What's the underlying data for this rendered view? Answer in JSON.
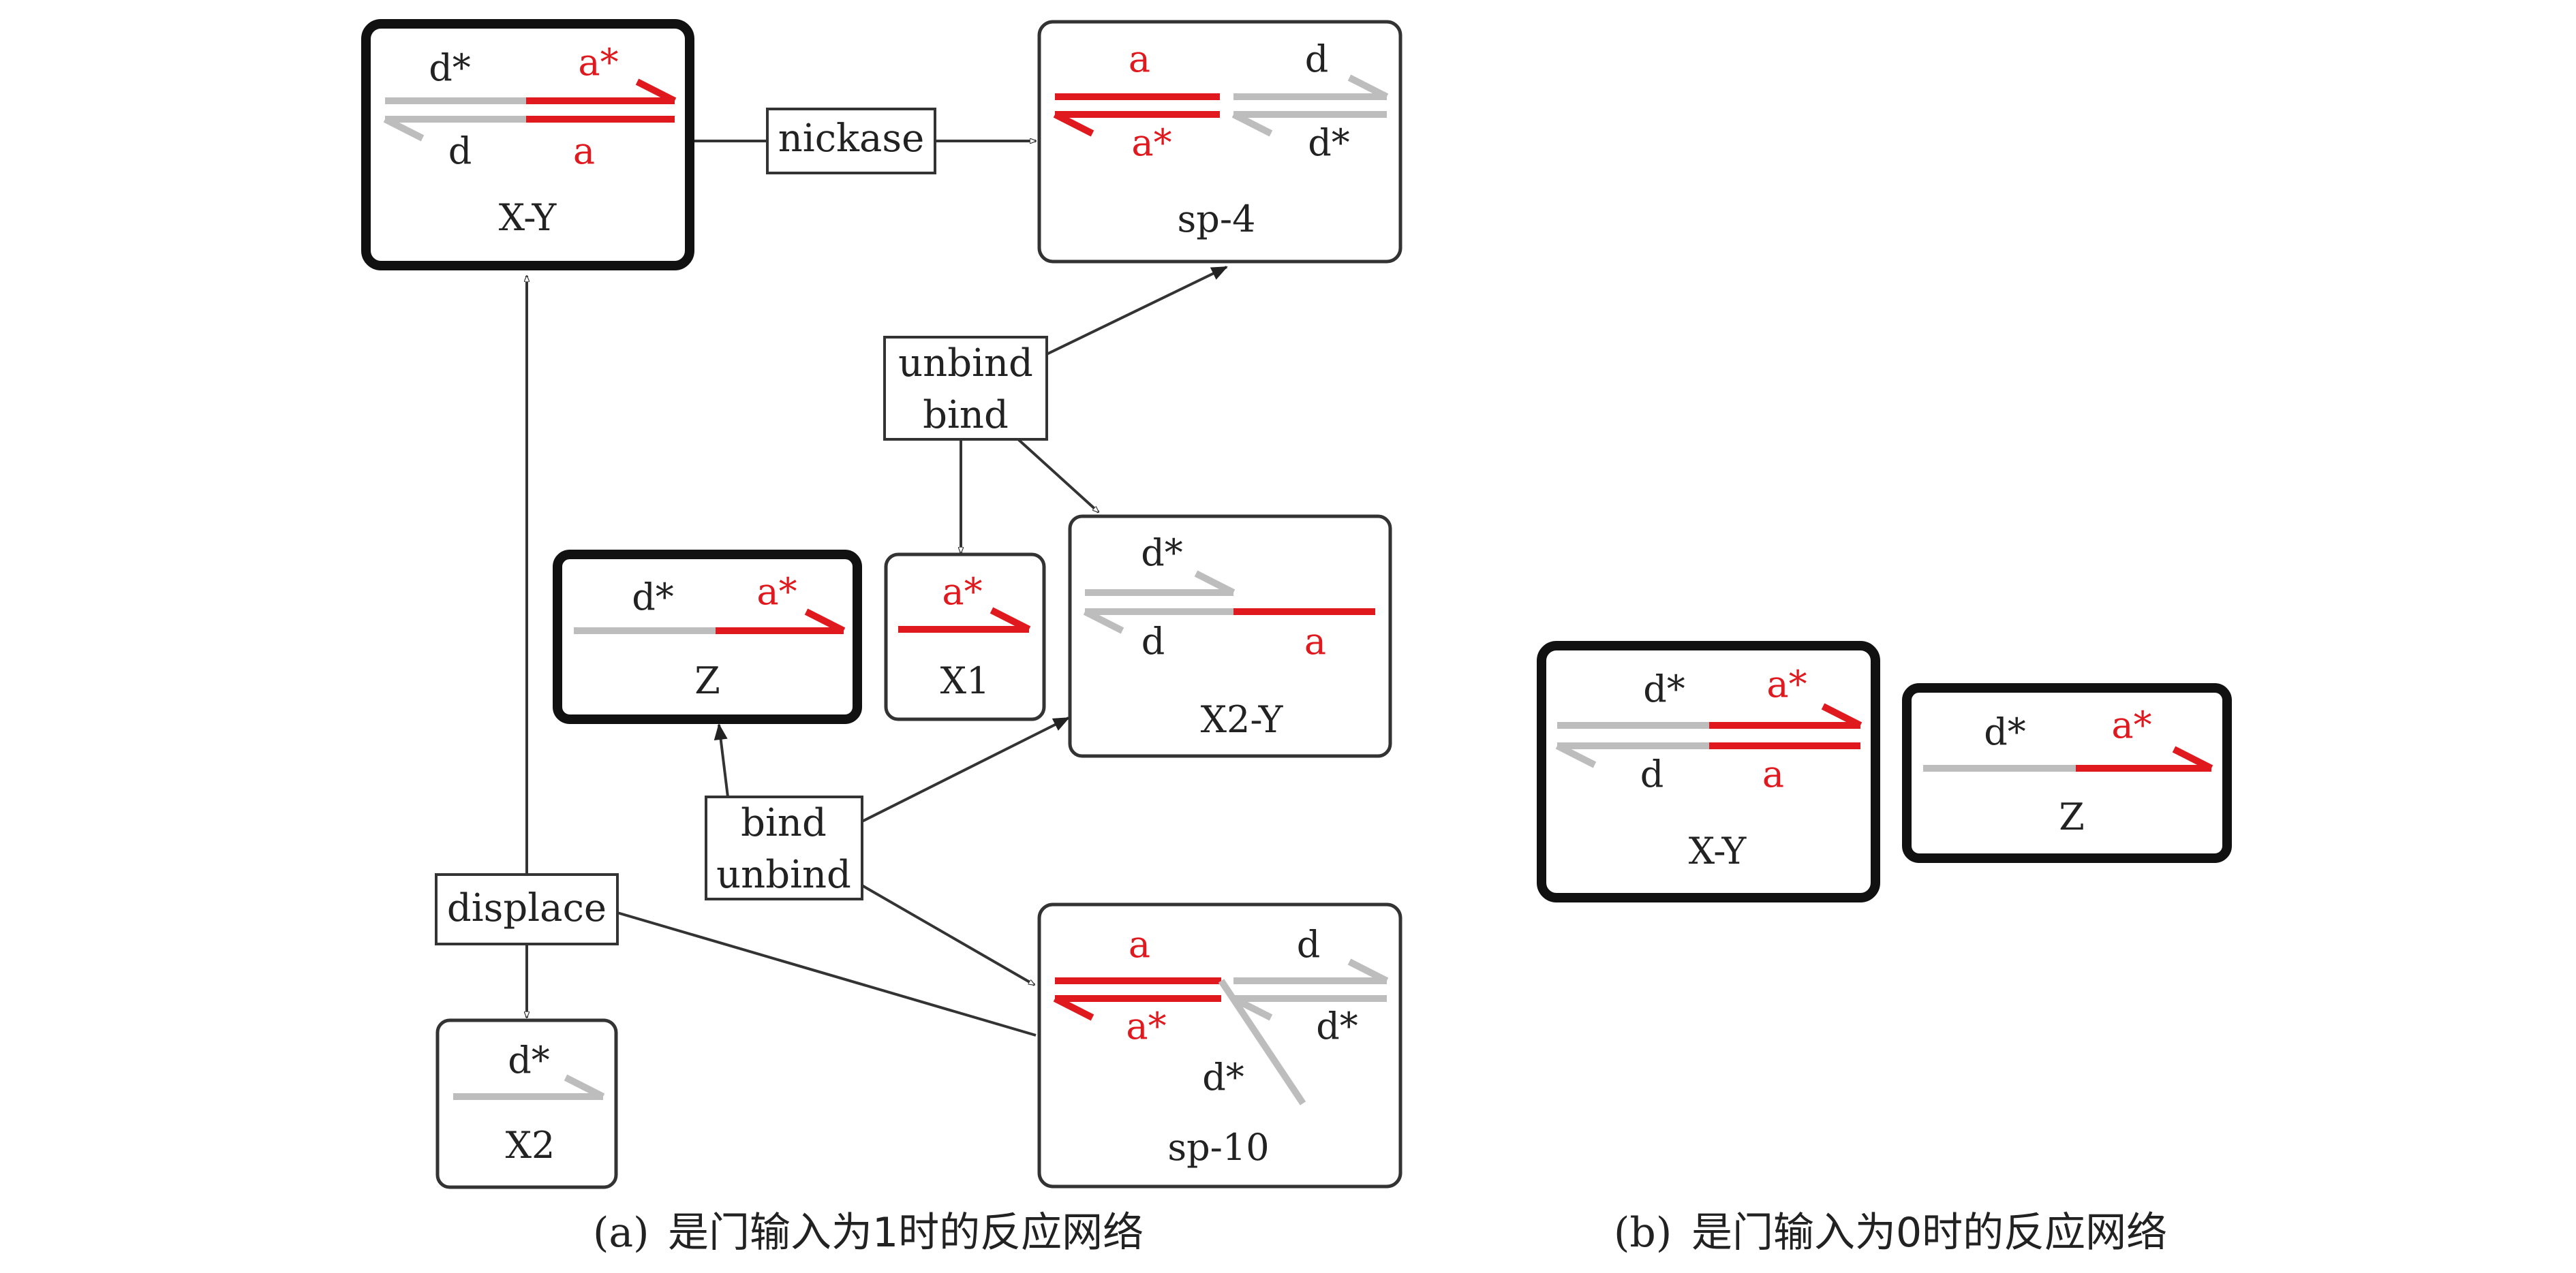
{
  "colors": {
    "red_strand": "#e0191e",
    "gray_strand": "#bdbdbd",
    "ink": "#222222",
    "arrow": "#333333"
  },
  "species": {
    "xy": {
      "name": "X-Y",
      "top_left": "d*",
      "top_right": "a*",
      "bottom_left": "d",
      "bottom_right": "a"
    },
    "sp4": {
      "name": "sp-4",
      "top_left": "a",
      "top_right": "d",
      "bottom_left": "a*",
      "bottom_right": "d*"
    },
    "z": {
      "name": "Z",
      "left": "d*",
      "right": "a*"
    },
    "x1": {
      "name": "X1",
      "label": "a*"
    },
    "x2y": {
      "name": "X2-Y",
      "top": "d*",
      "bottom_left": "d",
      "bottom_right": "a"
    },
    "x2": {
      "name": "X2",
      "label": "d*"
    },
    "sp10": {
      "name": "sp-10",
      "top_left": "a",
      "top_right": "d",
      "bottom_left": "a*",
      "bottom_right": "d*",
      "branch": "d*"
    },
    "xy_b": {
      "name": "X-Y",
      "top_left": "d*",
      "top_right": "a*",
      "bottom_left": "d",
      "bottom_right": "a"
    },
    "z_b": {
      "name": "Z",
      "left": "d*",
      "right": "a*"
    }
  },
  "processes": {
    "nickase": "nickase",
    "unbind_bind": {
      "line1": "unbind",
      "line2": "bind"
    },
    "bind_unbind": {
      "line1": "bind",
      "line2": "unbind"
    },
    "displace": "displace"
  },
  "captions": {
    "a_prefix": "(a)",
    "a_text": "是门输入为1时的反应网络",
    "b_prefix": "(b)",
    "b_text": "是门输入为0时的反应网络"
  }
}
